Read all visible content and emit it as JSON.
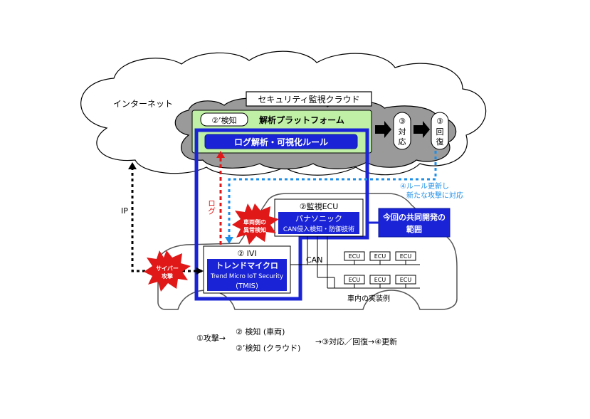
{
  "cloud": {
    "internet_label": "インターネット",
    "security_cloud_label": "セキュリティ監視クラウド"
  },
  "analysis": {
    "detect_label": "②’検知",
    "platform_label": "解析プラットフォーム",
    "log_rule_label": "ログ解析・可視化ルール"
  },
  "steps": {
    "step3_num": "③",
    "step3_a": "対",
    "step3_b": "応",
    "step3r_num": "③",
    "step3r_a": "回",
    "step3r_b": "復"
  },
  "arrows": {
    "ip_label": "IP",
    "log_label": "ログ",
    "rule_update_1": "④ルール更新し",
    "rule_update_2": "新たな攻撃に対応"
  },
  "ecu": {
    "title": "②監視ECU",
    "vendor": "パナソニック",
    "tech": "CAN侵入検知・防御技術"
  },
  "ivi": {
    "title": "② IVI",
    "vendor": "トレンドマイクロ",
    "product": "Trend Micro IoT Security",
    "abbr": "(TMIS)"
  },
  "bursts": {
    "vehicle_1": "車両側の",
    "vehicle_2": "異常検知",
    "cyber_1": "サイバー",
    "cyber_2": "攻撃"
  },
  "scope": {
    "line1": "今回の共同開発の",
    "line2": "範囲"
  },
  "can": {
    "label": "CAN",
    "ecu_label": "ECU",
    "caption": "車内の実装例"
  },
  "flow": {
    "attack": "①攻撃→",
    "detect_vehicle": "② 検知 (車両)",
    "detect_cloud": "②’検知 (クラウド)",
    "rest": "→③対応／回復→④更新"
  },
  "colors": {
    "blue": "#1a24d6",
    "dark_blue": "#0b1a9c",
    "red": "#e01818",
    "light_blue": "#1e8fe8",
    "green": "#bff0a6",
    "gray": "#9a9a9a"
  }
}
